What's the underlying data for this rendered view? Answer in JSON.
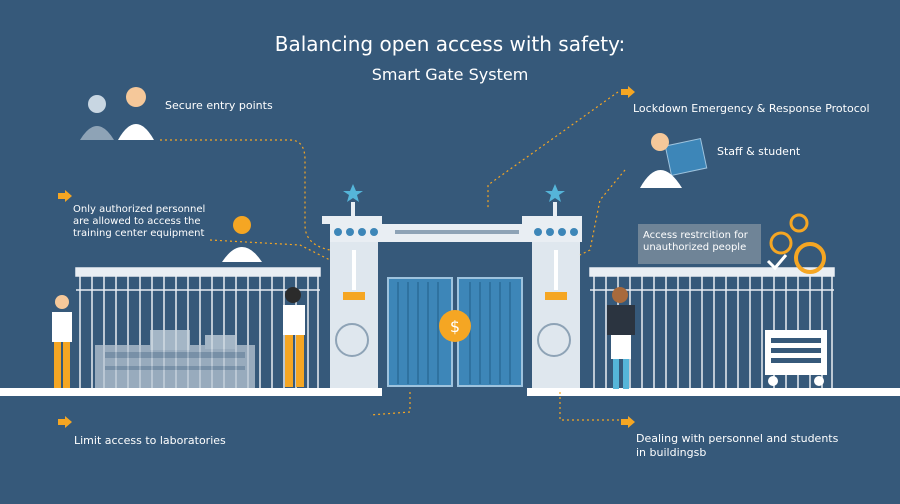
{
  "title": "Balancing open access with safety:",
  "subtitle": "Smart Gate System",
  "labels": {
    "secure_entry": "Secure entry points",
    "lockdown": "Lockdown Emergency & Response Protocol",
    "staff_student": "Staff & student",
    "authorized_line1": "Only authorized personnel",
    "authorized_line2": "are allowed  to access the",
    "authorized_line3": " training center equipment",
    "access_restriction_line1": "Access restrcition for",
    "access_restriction_line2": "unauthorized people",
    "limit_access": "Limit access to laboratories",
    "dealing_line1": "Dealing with personnel and students",
    "dealing_line2": " in buildingsb"
  },
  "icons": [
    "arrow-icon",
    "star-icon",
    "dollar-icon",
    "gear-icon",
    "checkmark-icon"
  ],
  "colors": {
    "background": "#36597a",
    "accent_orange": "#f5a623",
    "gate_blue": "#3d86b8",
    "fence_white": "#e9eef3"
  }
}
